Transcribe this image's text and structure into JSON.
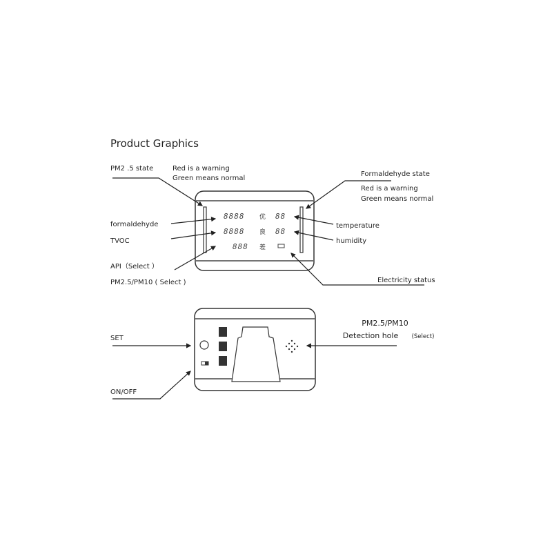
{
  "title": "Product Graphics",
  "top_view": {
    "pm25_state": "PM2 .5 state",
    "pm25_note_1": "Red is a warning",
    "pm25_note_2": "Green means normal",
    "formaldehyde_state": "Formaldehyde state",
    "hcho_note_1": "Red is a warning",
    "hcho_note_2": "Green means normal",
    "formaldehyde": "formaldehyde",
    "tvoc": "TVOC",
    "api": "API（Select ）",
    "pm_select": "PM2.5/PM10 ( Select )",
    "temperature": "temperature",
    "humidity": "humidity",
    "electricity": "Electricity status",
    "display": {
      "row1_digits": "8888",
      "row1_char": "优",
      "row1_right": "88",
      "row2_digits": "8888",
      "row2_char": "良",
      "row2_right": "88",
      "row3_digits": "888",
      "row3_char": "差"
    }
  },
  "bottom_view": {
    "set": "SET",
    "onoff": "ON/OFF",
    "detection_1": "PM2.5/PM10",
    "detection_2": "Detection hole",
    "detection_select": "(Select)"
  }
}
